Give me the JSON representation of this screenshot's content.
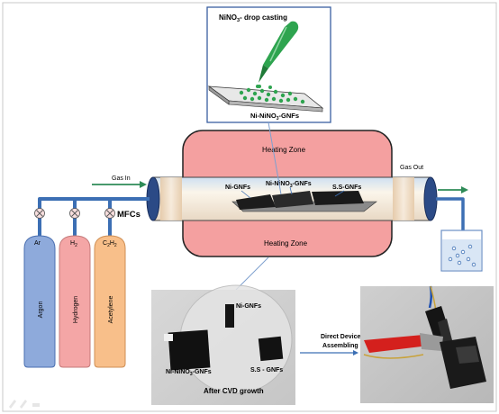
{
  "drop_casting": {
    "title_prefix": "NiNO",
    "title_sub": "3",
    "title_suffix": "- drop casting",
    "substrate_prefix": "Ni-NiNO",
    "substrate_sub": "3",
    "substrate_suffix": "-GNFs"
  },
  "furnace": {
    "heating_zone_top": "Heating Zone",
    "heating_zone_bottom": "Heating Zone",
    "gas_in": "Gas In",
    "gas_out": "Gas Out",
    "sample_ni": "Ni-GNFs",
    "sample_ninino3_prefix": "Ni-NiNO",
    "sample_ninino3_sub": "3",
    "sample_ninino3_suffix": "-GNFs",
    "sample_ss": "S.S-GNFs"
  },
  "mfc_label": "MFCs",
  "cylinders": [
    {
      "formula": "Ar",
      "formula_sub": "",
      "formula_tail": "",
      "name": "Argon",
      "color": "#8eaadb"
    },
    {
      "formula": "H",
      "formula_sub": "2",
      "formula_tail": "",
      "name": "Hydrogen",
      "color": "#f4a6a6"
    },
    {
      "formula": "C",
      "formula_sub": "2",
      "formula_tail": "H",
      "formula_sub2": "2",
      "name": "Acetylene",
      "color": "#f8bf8a"
    }
  ],
  "after_cvd": {
    "ni_label": "Ni-GNFs",
    "ninino3_prefix": "Ni-NiNO",
    "ninino3_sub": "3",
    "ninino3_suffix": "-GNFs",
    "ss_label": "S.S - GNFs",
    "caption": "After CVD growth"
  },
  "assembly": {
    "line1": "Direct Device",
    "line2": "Assembling"
  },
  "colors": {
    "pipe": "#3c6fb4",
    "furnace_fill": "#f4a0a0",
    "tube_fill": "#f8ece0",
    "arrow_green": "#2e8b57",
    "drop_green": "#2ea44f"
  }
}
